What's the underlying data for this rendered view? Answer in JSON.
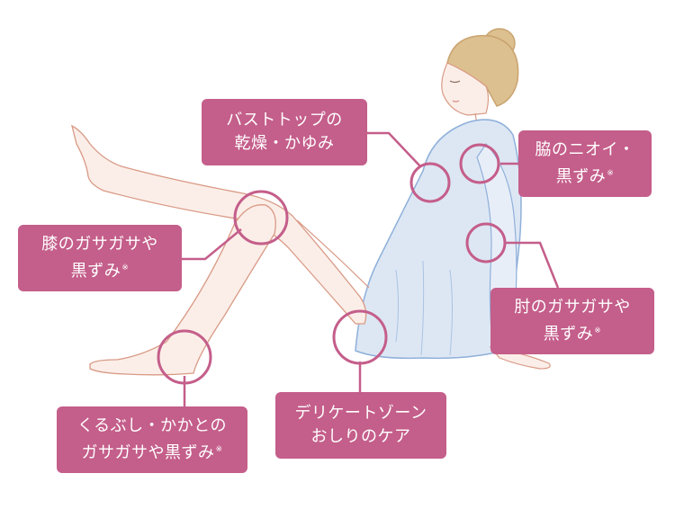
{
  "colors": {
    "accent": "#c45e8a",
    "connector": "#c45e8a",
    "label_text": "#ffffff",
    "outfit": "#dde7f4",
    "outfit_outline": "#8fb0da",
    "skin_line": "#d99a86",
    "hair": "#c9a36f"
  },
  "labels": {
    "bust": {
      "line1": "バストトップの",
      "line2": "乾燥・かゆみ",
      "note": ""
    },
    "armpit": {
      "line1": "脇のニオイ・",
      "line2": "黒ずみ",
      "note": "※"
    },
    "knee": {
      "line1": "膝のガサガサや",
      "line2": "黒ずみ",
      "note": "※"
    },
    "elbow": {
      "line1": "肘のガサガサや",
      "line2": "黒ずみ",
      "note": "※"
    },
    "delicate": {
      "line1": "デリケートゾーン",
      "line2": "おしりのケア",
      "note": ""
    },
    "heel": {
      "line1": "くるぶし・かかとの",
      "line2": "ガサガサや黒ずみ",
      "note": "※"
    }
  }
}
